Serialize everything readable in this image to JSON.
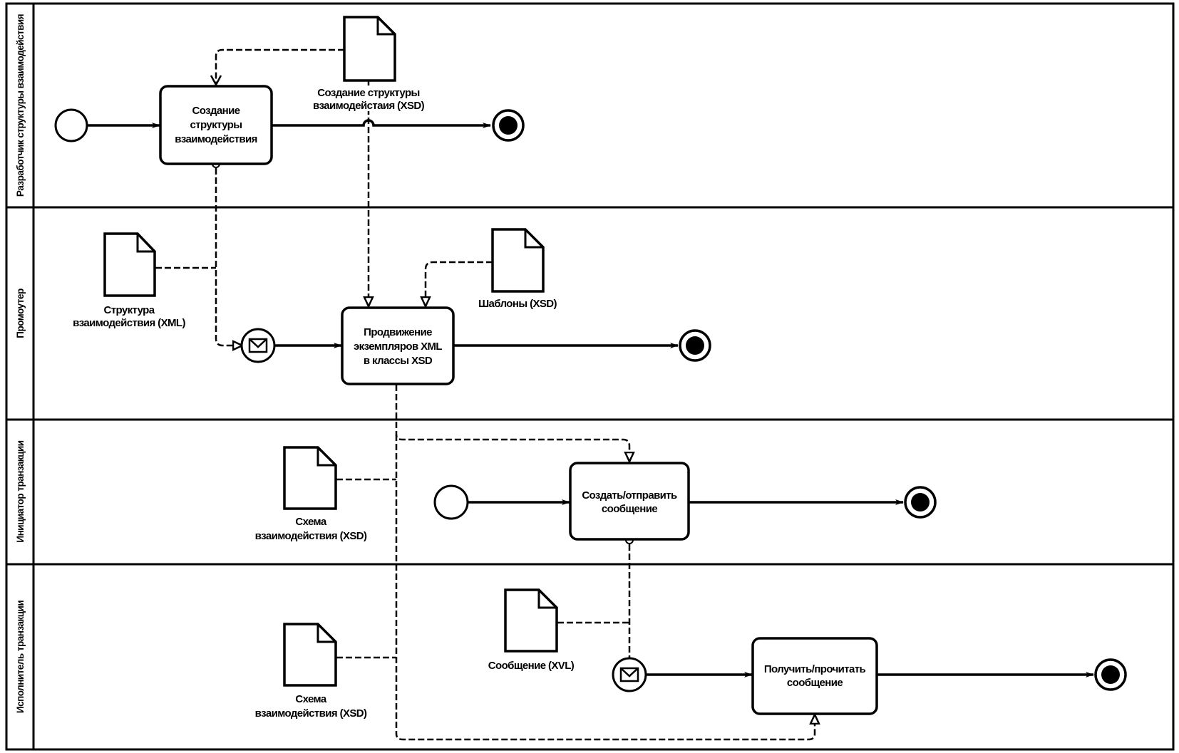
{
  "diagram": {
    "type": "BPMN process diagram with swimlanes",
    "colors": {
      "stroke": "#000000",
      "background": "#ffffff"
    },
    "lanes": [
      {
        "id": "lane1",
        "label": "Разработчик структуры взаимодействия"
      },
      {
        "id": "lane2",
        "label": "Промоутер"
      },
      {
        "id": "lane3",
        "label": "Инициатор транзакции"
      },
      {
        "id": "lane4",
        "label": "Исполнитель транзакции"
      }
    ],
    "tasks": {
      "t1": {
        "lines": [
          "Создание",
          "структуры",
          "взаимодействия"
        ]
      },
      "t2": {
        "lines": [
          "Продвижение",
          "экземпляров XML",
          "в классы XSD"
        ]
      },
      "t3": {
        "lines": [
          "Создать/отправить",
          "сообщение"
        ]
      },
      "t4": {
        "lines": [
          "Получить/прочитать",
          "сообщение"
        ]
      }
    },
    "documents": {
      "d1": {
        "lines": [
          "Создание структуры",
          "взаимодейстаия (XSD)"
        ]
      },
      "d2": {
        "lines": [
          "Структура",
          "взаимодействия (XML)"
        ]
      },
      "d3": {
        "lines": [
          "Шаблоны (XSD)"
        ]
      },
      "d4": {
        "lines": [
          "Схема",
          "взаимодействия (XSD)"
        ]
      },
      "d5": {
        "lines": [
          "Схема",
          "взаимодействия (XSD)"
        ]
      },
      "d6": {
        "lines": [
          "Сообщение (XVL)"
        ]
      }
    },
    "events": [
      {
        "id": "start1",
        "kind": "start",
        "icon": "start-event-icon"
      },
      {
        "id": "end1",
        "kind": "end",
        "icon": "end-event-icon"
      },
      {
        "id": "msg1",
        "kind": "message-intermediate",
        "icon": "envelope-icon"
      },
      {
        "id": "end2",
        "kind": "end",
        "icon": "end-event-icon"
      },
      {
        "id": "start3",
        "kind": "start",
        "icon": "start-event-icon"
      },
      {
        "id": "end3",
        "kind": "end",
        "icon": "end-event-icon"
      },
      {
        "id": "msg4",
        "kind": "message-intermediate",
        "icon": "envelope-icon"
      },
      {
        "id": "end4",
        "kind": "end",
        "icon": "end-event-icon"
      }
    ]
  }
}
